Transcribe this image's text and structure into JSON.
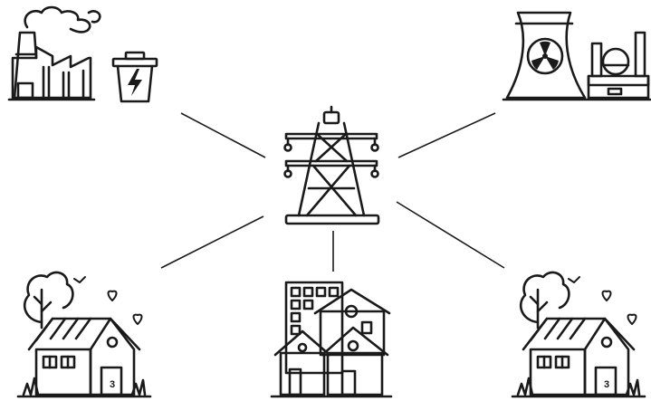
{
  "diagram": {
    "hub": {
      "icon": "transmission-tower-icon"
    },
    "nodes": [
      {
        "id": "factory",
        "icon": "factory-icon",
        "position": "top-left"
      },
      {
        "id": "battery",
        "icon": "battery-bin-icon",
        "position": "top-left"
      },
      {
        "id": "nuclear-plant",
        "icon": "nuclear-power-plant-icon",
        "position": "top-right"
      },
      {
        "id": "house-left",
        "icon": "house-icon",
        "position": "bottom-left"
      },
      {
        "id": "apartments",
        "icon": "apartment-buildings-icon",
        "position": "bottom-center"
      },
      {
        "id": "house-right",
        "icon": "house-icon",
        "position": "bottom-right"
      }
    ],
    "house_number": "3",
    "colors": {
      "ink": "#1a1a1a",
      "background": "#ffffff"
    }
  }
}
